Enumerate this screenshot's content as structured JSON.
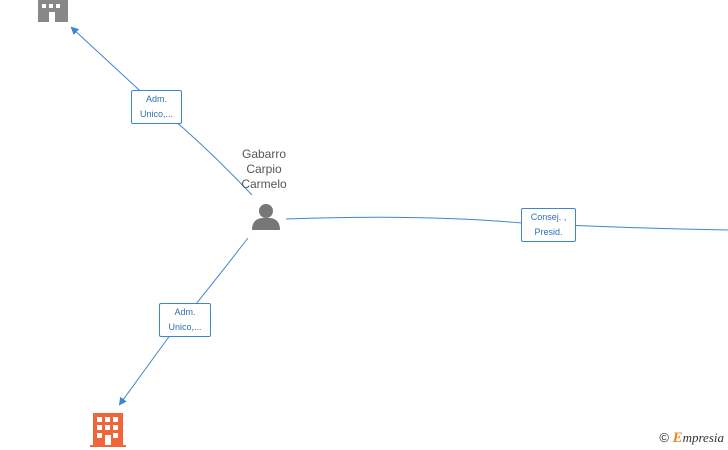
{
  "person": {
    "name_lines": [
      "Gabarro",
      "Carpio",
      "Carmelo"
    ]
  },
  "edges": [
    {
      "label_lines": [
        "Adm.",
        "Unico,..."
      ]
    },
    {
      "label_lines": [
        "Adm.",
        "Unico,..."
      ]
    },
    {
      "label_lines": [
        "Consej. ,",
        "Presid."
      ]
    }
  ],
  "colors": {
    "edge": "#3f86d0",
    "company_gray": "#888888",
    "company_orange": "#f0653a",
    "person": "#777777"
  },
  "credit": {
    "symbol": "©",
    "brand_initial": "E",
    "brand_rest": "mpresia"
  }
}
